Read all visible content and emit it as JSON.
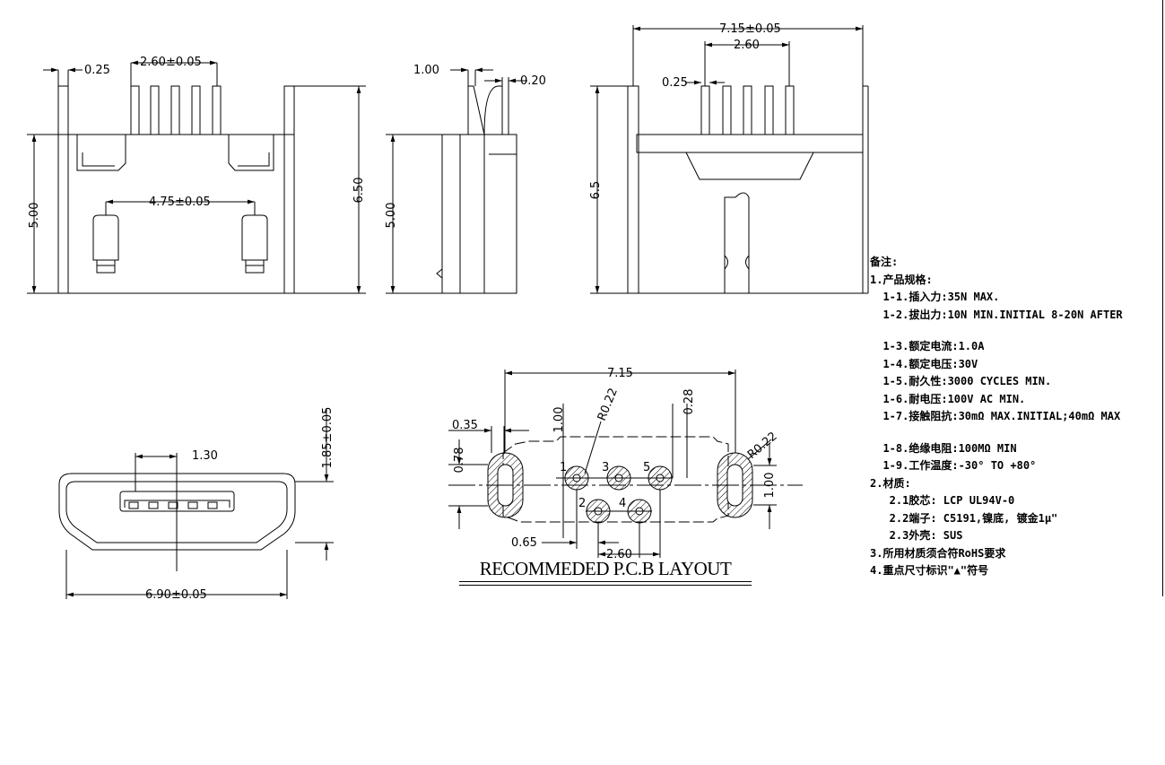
{
  "views": {
    "front": {
      "dim_pin_width": "0.25",
      "dim_pin_pitch": "2.60±0.05",
      "dim_mount_spacing": "4.75±0.05",
      "dim_height": "5.00",
      "dim_total_height": "6.50"
    },
    "side": {
      "dim_top": "1.00",
      "dim_pin": "0.20",
      "dim_height": "5.00"
    },
    "rear": {
      "dim_width": "7.15±0.05",
      "dim_pitch": "2.60",
      "dim_pin_width": "0.25",
      "dim_height": "6.5"
    },
    "opening": {
      "dim_tongue": "1.30",
      "dim_height": "1.85±0.05",
      "dim_width": "6.90±0.05"
    },
    "pcb": {
      "dim_width": "7.15",
      "dim_slot_width": "0.35",
      "dim_slot_length": "0.78",
      "dim_row_offset": "1.00",
      "dim_radius_left": "R0.22",
      "dim_radius_right": "R0.22",
      "dim_pad_offset": "0.28",
      "dim_right_slot": "1.00",
      "dim_pad_pitch": "0.65",
      "dim_pitch": "2.60",
      "pin_labels": [
        "1",
        "2",
        "3",
        "4",
        "5"
      ],
      "title": "RECOMMEDED P.C.B LAYOUT"
    }
  },
  "notes": {
    "heading": "备注:",
    "lines": [
      "1.产品规格:",
      "  1-1.插入力:35N MAX.",
      "  1-2.拔出力:10N MIN.INITIAL 8-20N AFTER",
      "",
      "  1-3.额定电流:1.0A",
      "  1-4.额定电压:30V",
      "  1-5.耐久性:3000 CYCLES MIN.",
      "  1-6.耐电压:100V AC MIN.",
      "  1-7.接触阻抗:30mΩ MAX.INITIAL;40mΩ MAX",
      "",
      "  1-8.绝缘电阻:100MΩ MIN",
      "  1-9.工作温度:-30° TO +80°",
      "2.材质:",
      "   2.1胶芯: LCP UL94V-0",
      "   2.2端子: C5191,镍底, 镀金1μ\"",
      "   2.3外壳: SUS",
      "3.所用材质须合符RoHS要求",
      "4.重点尺寸标识\"▲\"符号"
    ]
  }
}
